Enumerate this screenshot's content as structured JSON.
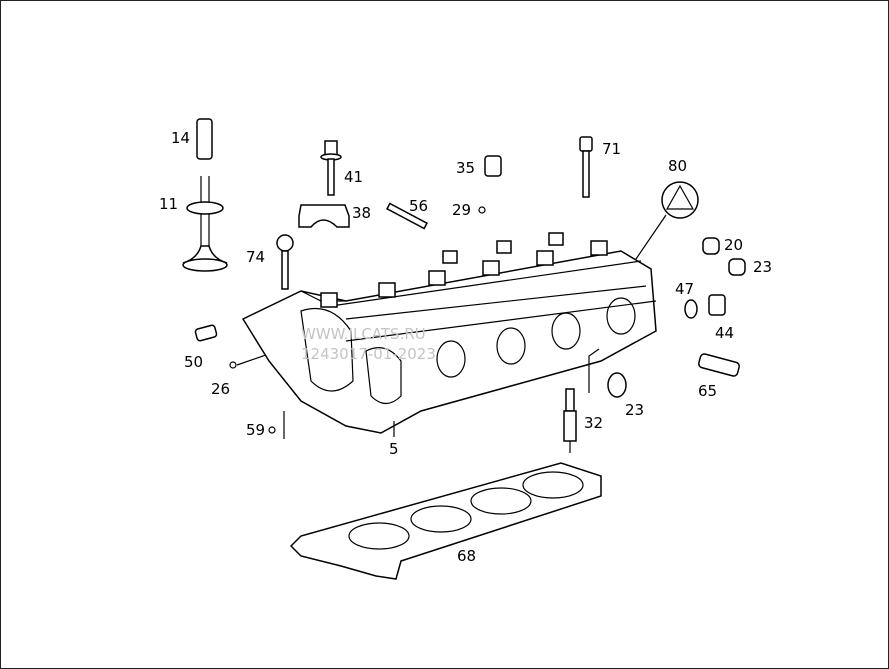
{
  "watermark": {
    "line1": "WWW.ILCATS.RU",
    "line2": "1243017-01-2023"
  },
  "callouts": [
    {
      "id": "14",
      "label": "14"
    },
    {
      "id": "11",
      "label": "11"
    },
    {
      "id": "41",
      "label": "41"
    },
    {
      "id": "38",
      "label": "38"
    },
    {
      "id": "35",
      "label": "35"
    },
    {
      "id": "29",
      "label": "29"
    },
    {
      "id": "56",
      "label": "56"
    },
    {
      "id": "71",
      "label": "71"
    },
    {
      "id": "80",
      "label": "80"
    },
    {
      "id": "20",
      "label": "20"
    },
    {
      "id": "23a",
      "label": "23"
    },
    {
      "id": "47",
      "label": "47"
    },
    {
      "id": "44",
      "label": "44"
    },
    {
      "id": "74",
      "label": "74"
    },
    {
      "id": "50",
      "label": "50"
    },
    {
      "id": "26",
      "label": "26"
    },
    {
      "id": "59",
      "label": "59"
    },
    {
      "id": "5",
      "label": "5"
    },
    {
      "id": "32",
      "label": "32"
    },
    {
      "id": "23b",
      "label": "23"
    },
    {
      "id": "65",
      "label": "65"
    },
    {
      "id": "68",
      "label": "68"
    }
  ]
}
